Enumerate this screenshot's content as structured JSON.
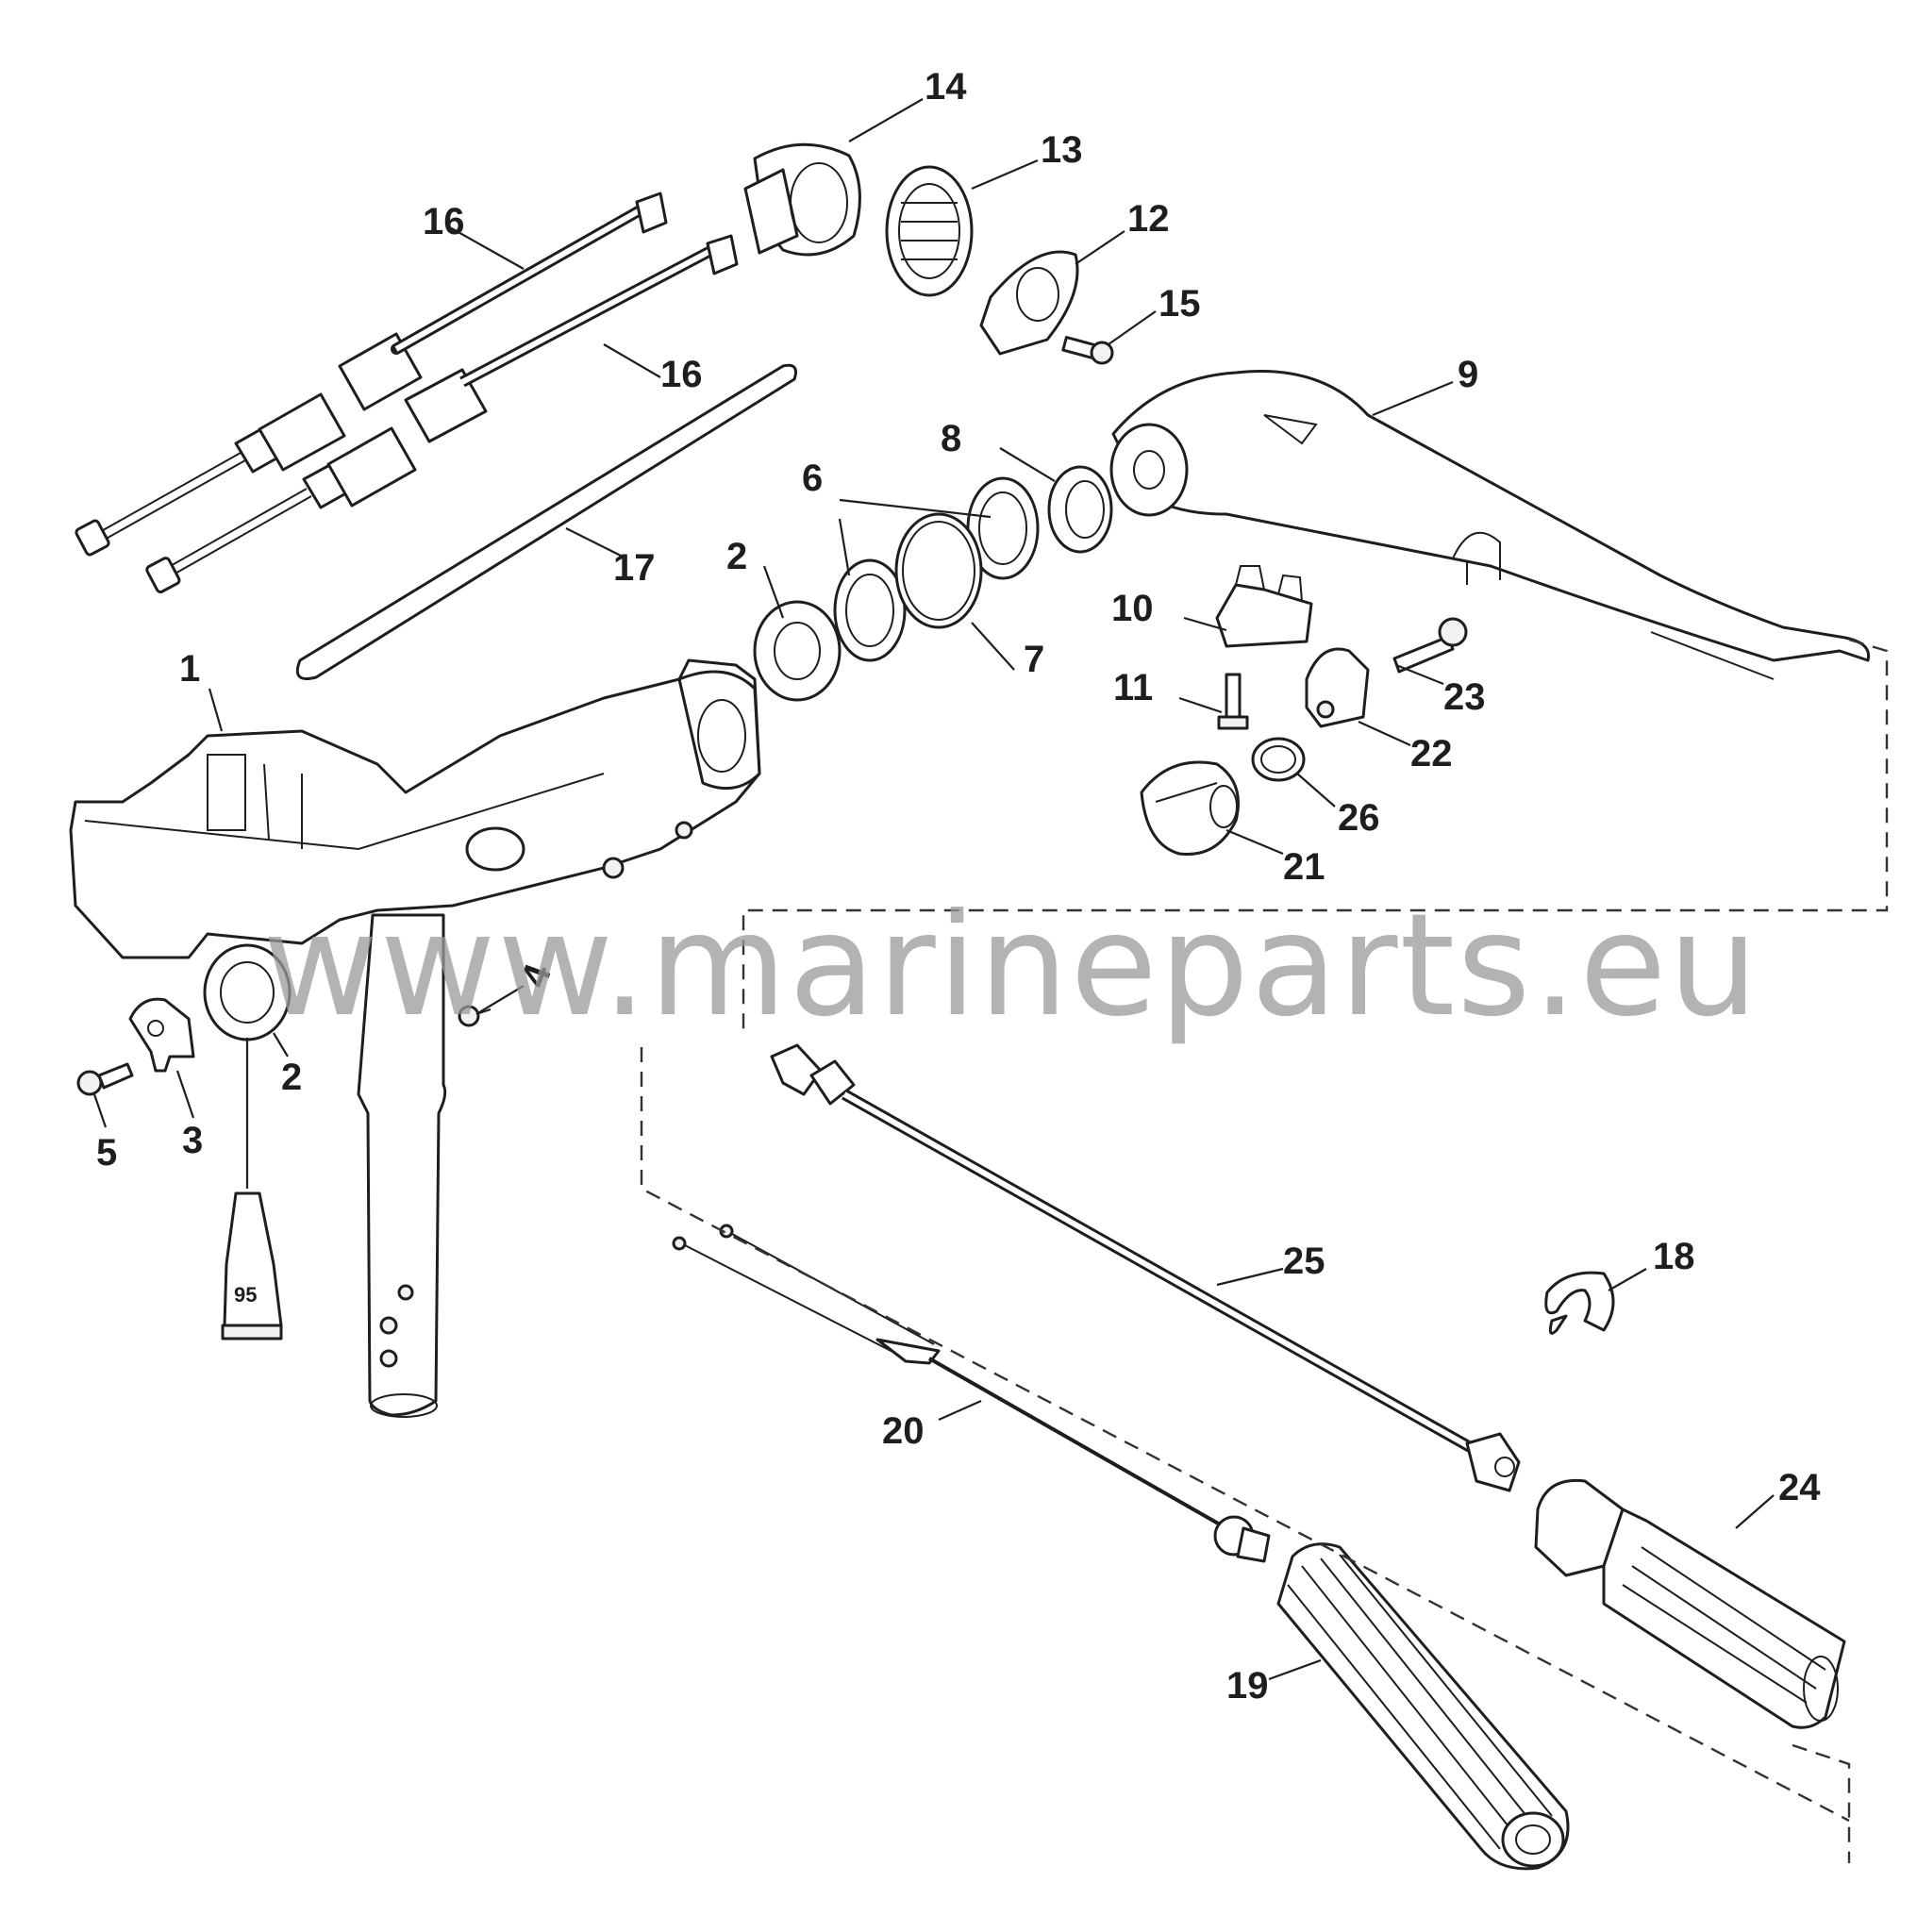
{
  "diagram": {
    "watermark": "www.marineparts.eu",
    "tube_label": "95",
    "callouts": {
      "c1": "1",
      "c2a": "2",
      "c2b": "2",
      "c3": "3",
      "c4": "4",
      "c5": "5",
      "c6": "6",
      "c7": "7",
      "c8": "8",
      "c9": "9",
      "c10": "10",
      "c11": "11",
      "c12": "12",
      "c13": "13",
      "c14": "14",
      "c15": "15",
      "c16a": "16",
      "c16b": "16",
      "c17": "17",
      "c18": "18",
      "c19": "19",
      "c20": "20",
      "c21": "21",
      "c22": "22",
      "c23": "23",
      "c24": "24",
      "c25": "25",
      "c26": "26"
    }
  }
}
